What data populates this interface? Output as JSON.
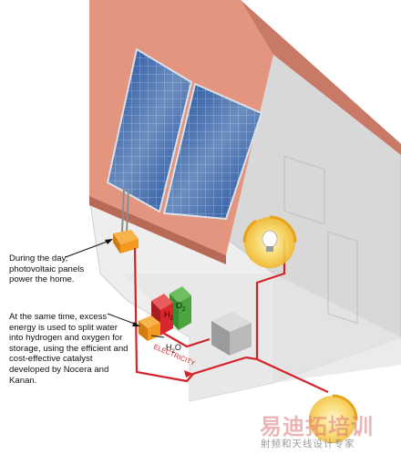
{
  "callouts": {
    "daytime": "During the day, photovoltaic panels power the home.",
    "storage": "At the same time, excess energy is used to split water into hydrogen and oxygen for storage, using the efficient and cost-effective catalyst developed by Nocera and Kanan."
  },
  "wire_label": "ELECTRICITY",
  "chemicals": {
    "hydrogen_letter": "H",
    "hydrogen_sub": "2",
    "oxygen_letter": "O",
    "oxygen_sub": "2",
    "water_letter": "H",
    "water_sub": "2",
    "water_tail": "O"
  },
  "watermark": {
    "main": "易迪拓培训",
    "sub": "射频和天线设计专家"
  },
  "colors": {
    "roof": "#e39580",
    "wall_light": "#f1f1f1",
    "wall_shade": "#d9d9d9",
    "panel": "#1d4f9c",
    "wire": "#d4232a",
    "junction_box": "#f39a1e",
    "hydrogen_tank": "#d7262c",
    "oxygen_tank": "#4aa53f",
    "fuel_cell": "#b9babb",
    "bulb_glow": "#f7c93b"
  },
  "icons": [
    "solar-panel-icon",
    "light-bulb-icon",
    "junction-box-icon",
    "fuel-cell-icon",
    "hydrogen-tank-icon",
    "oxygen-tank-icon"
  ]
}
